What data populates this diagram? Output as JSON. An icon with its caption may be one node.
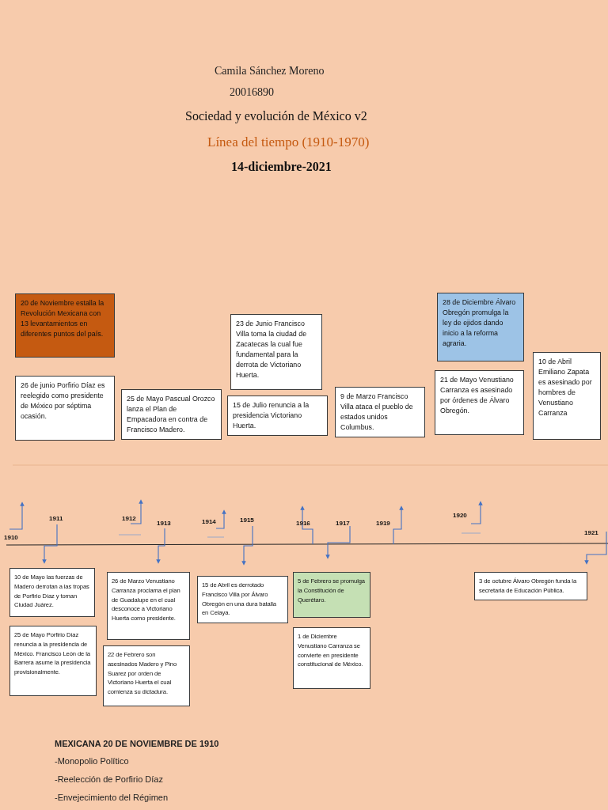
{
  "diagram": {
    "title": "Sociedad y evolución de México v2",
    "nodes": [
      {
        "text": [
          "20 de Noviembre estalla la Revolución Mexicana con 13 levantamientos en diferentes puntos del país."
        ]
      },
      {
        "text": [
          "26 de junio Porfirio Díaz es reelegido como presidente de México por séptima ocasión."
        ]
      },
      {
        "text": [
          "23 de Junio Francisco Villa toma la ciudad de Zacatecas la cual fue fundamental para la derrota de Victoriano Huerta."
        ]
      },
      {
        "text": [
          "25 de Mayo Pascual Orozco lanza el Plan de Empacadora en contra de Francisco Madero."
        ]
      },
      {
        "text": [
          "15 de Julio renuncia a la presidencia Victoriano Huerta."
        ]
      },
      {
        "text": [
          "9 de Marzo Francisco Villa ataca el pueblo de estados unidos Columbus."
        ]
      },
      {
        "text": [
          "28 de Diciembre Álvaro Obregón promulga la ley de ejidos dando inicio a la reforma agraria."
        ]
      },
      {
        "text": [
          "21 de Mayo Venustiano Carranza es asesinado por órdenes de Álvaro Obregón."
        ]
      },
      {
        "text": [
          "10 de Abril Emiliano Zapata es asesinado por hombres de Venustiano Carranza"
        ]
      },
      {
        "text": [
          "10 de Mayo las fuerzas de Madero derrotan a las tropas de Porfirio Díaz y toman Ciudad Juárez."
        ]
      },
      {
        "text": [
          "25 de Mayo Porfirio Díaz renuncia a la presidencia de México. Francisco León de la Barrera asume la presidencia provisionalmente."
        ]
      },
      {
        "text": [
          "26 de Marzo Venustiano Carranza proclama el plan de Guadalupe en el cual desconoce a Victoriano Huerta como presidente."
        ]
      },
      {
        "text": [
          "22 de Febrero son asesinados Madero y Pino Suarez por orden de Victoriano Huerta el cual comienza su dictadura."
        ]
      },
      {
        "text": [
          "15 de Abril es derrotado Francisco Villa por Álvaro Obregón en una dura batalla en Celaya."
        ]
      },
      {
        "text": [
          "5 de Febrero se promulga la Constitución de Querétaro."
        ]
      },
      {
        "text": [
          "1 de Diciembre Venustiano Carranza se convierte en presidente constitucional de México."
        ]
      },
      {
        "text": [
          "3 de octubre Álvaro Obregón funda la secretaria de Educación Pública."
        ]
      }
    ],
    "edges": [],
    "labels": [
      "Camila Sánchez Moreno",
      "20016890",
      "Línea del tiempo (1910-1970)",
      "14-diciembre-2021",
      "1910",
      "1911",
      "1912",
      "1913",
      "1914",
      "1915",
      "1916",
      "1917",
      "1919",
      "1920",
      "1921",
      "MEXICANA 20 DE NOVIEMBRE DE 1910",
      "-Monopolio Político",
      "-Reelección de Porfirio Díaz",
      "-Envejecimiento del Régimen"
    ]
  }
}
